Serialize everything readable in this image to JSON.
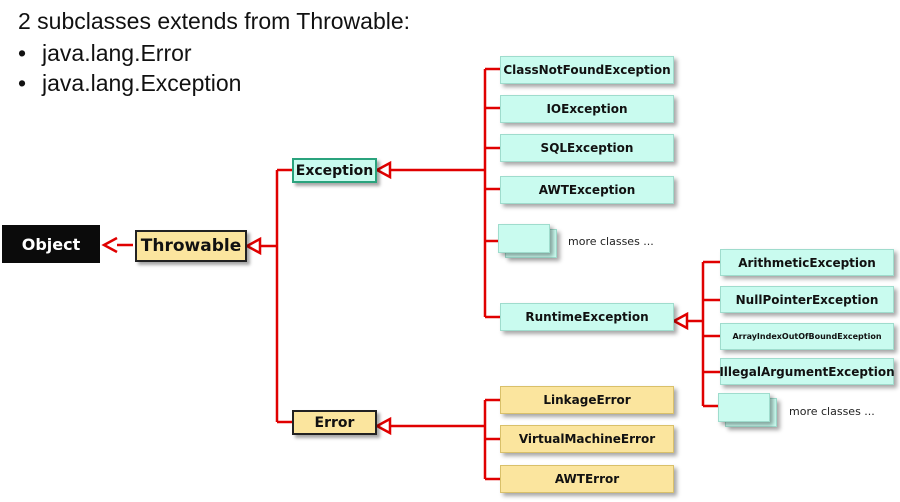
{
  "header": {
    "title": "2 subclasses extends from Throwable:",
    "bullets": [
      "java.lang.Error",
      "java.lang.Exception"
    ],
    "bullet_symbol": "•"
  },
  "nodes": {
    "object": "Object",
    "throwable": "Throwable",
    "exception": "Exception",
    "error": "Error",
    "class_not_found": "ClassNotFoundException",
    "io": "IOException",
    "sql": "SQLException",
    "awt_exception": "AWTException",
    "more_exceptions": "more classes ...",
    "runtime": "RuntimeException",
    "arithmetic": "ArithmeticException",
    "null_pointer": "NullPointerException",
    "array_index": "ArrayIndexOutOfBoundException",
    "illegal_argument": "IllegalArgumentException",
    "more_runtime": "more classes ...",
    "linkage": "LinkageError",
    "virtual_machine": "VirtualMachineError",
    "awt_error": "AWTError"
  },
  "colors": {
    "exception_fill": "#c9fbef",
    "error_fill": "#fbe59e",
    "object_fill": "#0b0b0b",
    "connector": "#e00000"
  }
}
